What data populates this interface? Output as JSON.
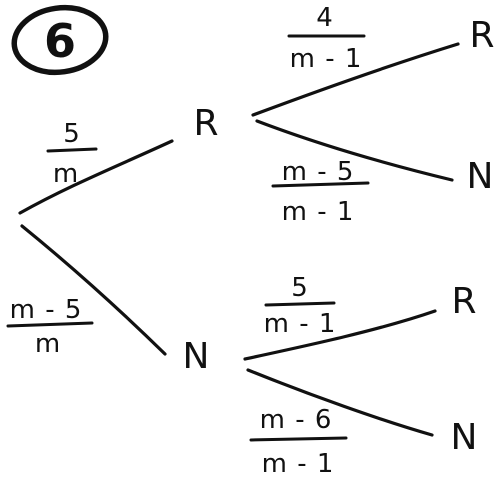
{
  "exercise_number": "6",
  "tree": {
    "first_level": {
      "upper_probability": {
        "numerator": "5",
        "denominator": "m"
      },
      "lower_probability": {
        "numerator": "m - 5",
        "denominator": "m"
      },
      "upper_node": "R",
      "lower_node": "N"
    },
    "second_level_from_R": {
      "upper_probability": {
        "numerator": "4",
        "denominator": "m - 1"
      },
      "lower_probability": {
        "numerator": "m - 5",
        "denominator": "m - 1"
      },
      "upper_node": "R",
      "lower_node": "N"
    },
    "second_level_from_N": {
      "upper_probability": {
        "numerator": "5",
        "denominator": "m - 1"
      },
      "lower_probability": {
        "numerator": "m - 6",
        "denominator": "m - 1"
      },
      "upper_node": "R",
      "lower_node": "N"
    }
  }
}
